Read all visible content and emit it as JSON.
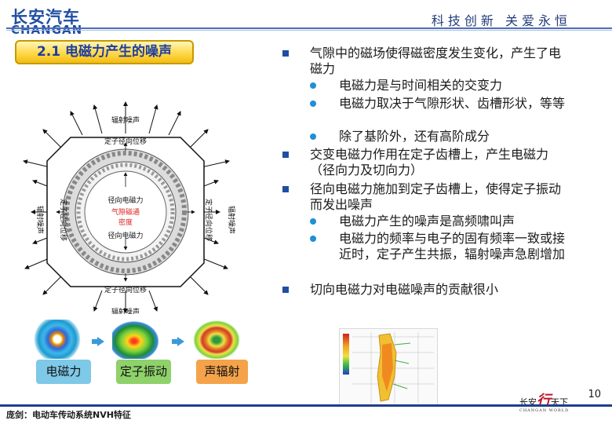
{
  "header": {
    "logo_cn": "长安汽车",
    "logo_en": "CHANGAN",
    "slogan": "科技创新 关爱永恒"
  },
  "section_title": "2.1 电磁力产生的噪声",
  "bullets": [
    {
      "level": 1,
      "text": "气隙中的磁场使得磁密度发生变化，产生了电磁力"
    },
    {
      "level": 2,
      "text": "电磁力是与时间相关的交变力"
    },
    {
      "level": 2,
      "text": "电磁力取决于气隙形状、齿槽形状，等等"
    },
    {
      "level": 2,
      "text": "除了基阶外，还有高阶成分"
    },
    {
      "level": 1,
      "text": "交变电磁力作用在定子齿槽上，产生电磁力（径向力及切向力）"
    },
    {
      "level": 1,
      "text": "径向电磁力施加到定子齿槽上，使得定子振动而发出噪声"
    },
    {
      "level": 2,
      "text": "电磁力产生的噪声是高频啸叫声"
    },
    {
      "level": 2,
      "text": "电磁力的频率与电子的固有频率一致或接近时，定子产生共振，辐射噪声急剧增加"
    },
    {
      "level": 1,
      "text": "切向电磁力对电磁噪声的贡献很小"
    }
  ],
  "diagram": {
    "top_label": "辐射噪声",
    "bottom_label": "辐射噪声",
    "left_label": "辐射噪声",
    "right_label": "辐射噪声",
    "stator_top": "定子径向位移",
    "stator_bottom": "定子径向位移",
    "stator_left": "定子径向位移",
    "stator_right": "定子径向位移",
    "force_top": "径向电磁力",
    "force_bottom": "径向电磁力",
    "density_line1": "气隙磁通",
    "density_line2": "密度"
  },
  "flow": {
    "step1": "电磁力",
    "step2": "定子振动",
    "step3": "声辐射"
  },
  "page_number": "10",
  "footer": {
    "author": "庞剑：电动车传动系统NVH特征",
    "logo_left": "长安",
    "logo_mid": "行",
    "logo_right": "天下",
    "logo_sub": "CHANGAN WORLD"
  },
  "colors": {
    "brand_blue": "#1f4ea3",
    "title_bg": "#ffd84a",
    "flow_box1": "#7ec8e8",
    "flow_box2": "#8fd16a",
    "flow_box3": "#f5a34a",
    "footer_logo_red": "#c0142c"
  }
}
